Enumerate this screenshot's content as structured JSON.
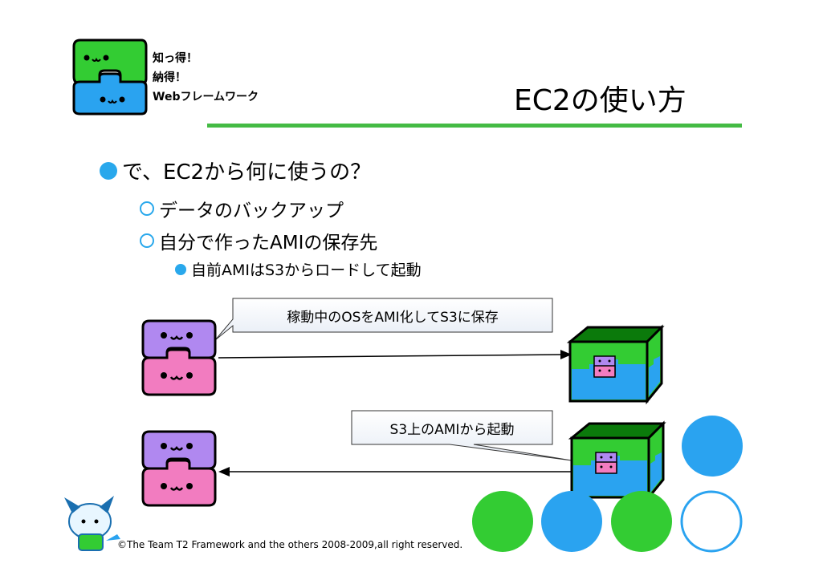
{
  "logo": {
    "line1": "知っ得！",
    "line2": "納得！",
    "line3": "Webフレームワーク"
  },
  "slide": {
    "title": "EC2の使い方",
    "bullet1": "で、EC2から何に使うの？",
    "sub1": "データのバックアップ",
    "sub2": "自分で作ったAMIの保存先",
    "subsub1": "自前AMIはS3からロードして起動"
  },
  "diagram": {
    "callout_top": "稼動中のOSをAMI化してS3に保存",
    "callout_bottom": "S3上のAMIから起動"
  },
  "footer": {
    "copyright": "©The Team T2 Framework and the others 2008-2009,all right reserved."
  },
  "colors": {
    "green": "#33cc33",
    "blue": "#2aa3f0",
    "purple": "#b088f0",
    "pink": "#f27cc0",
    "rule": "#44bb44"
  }
}
